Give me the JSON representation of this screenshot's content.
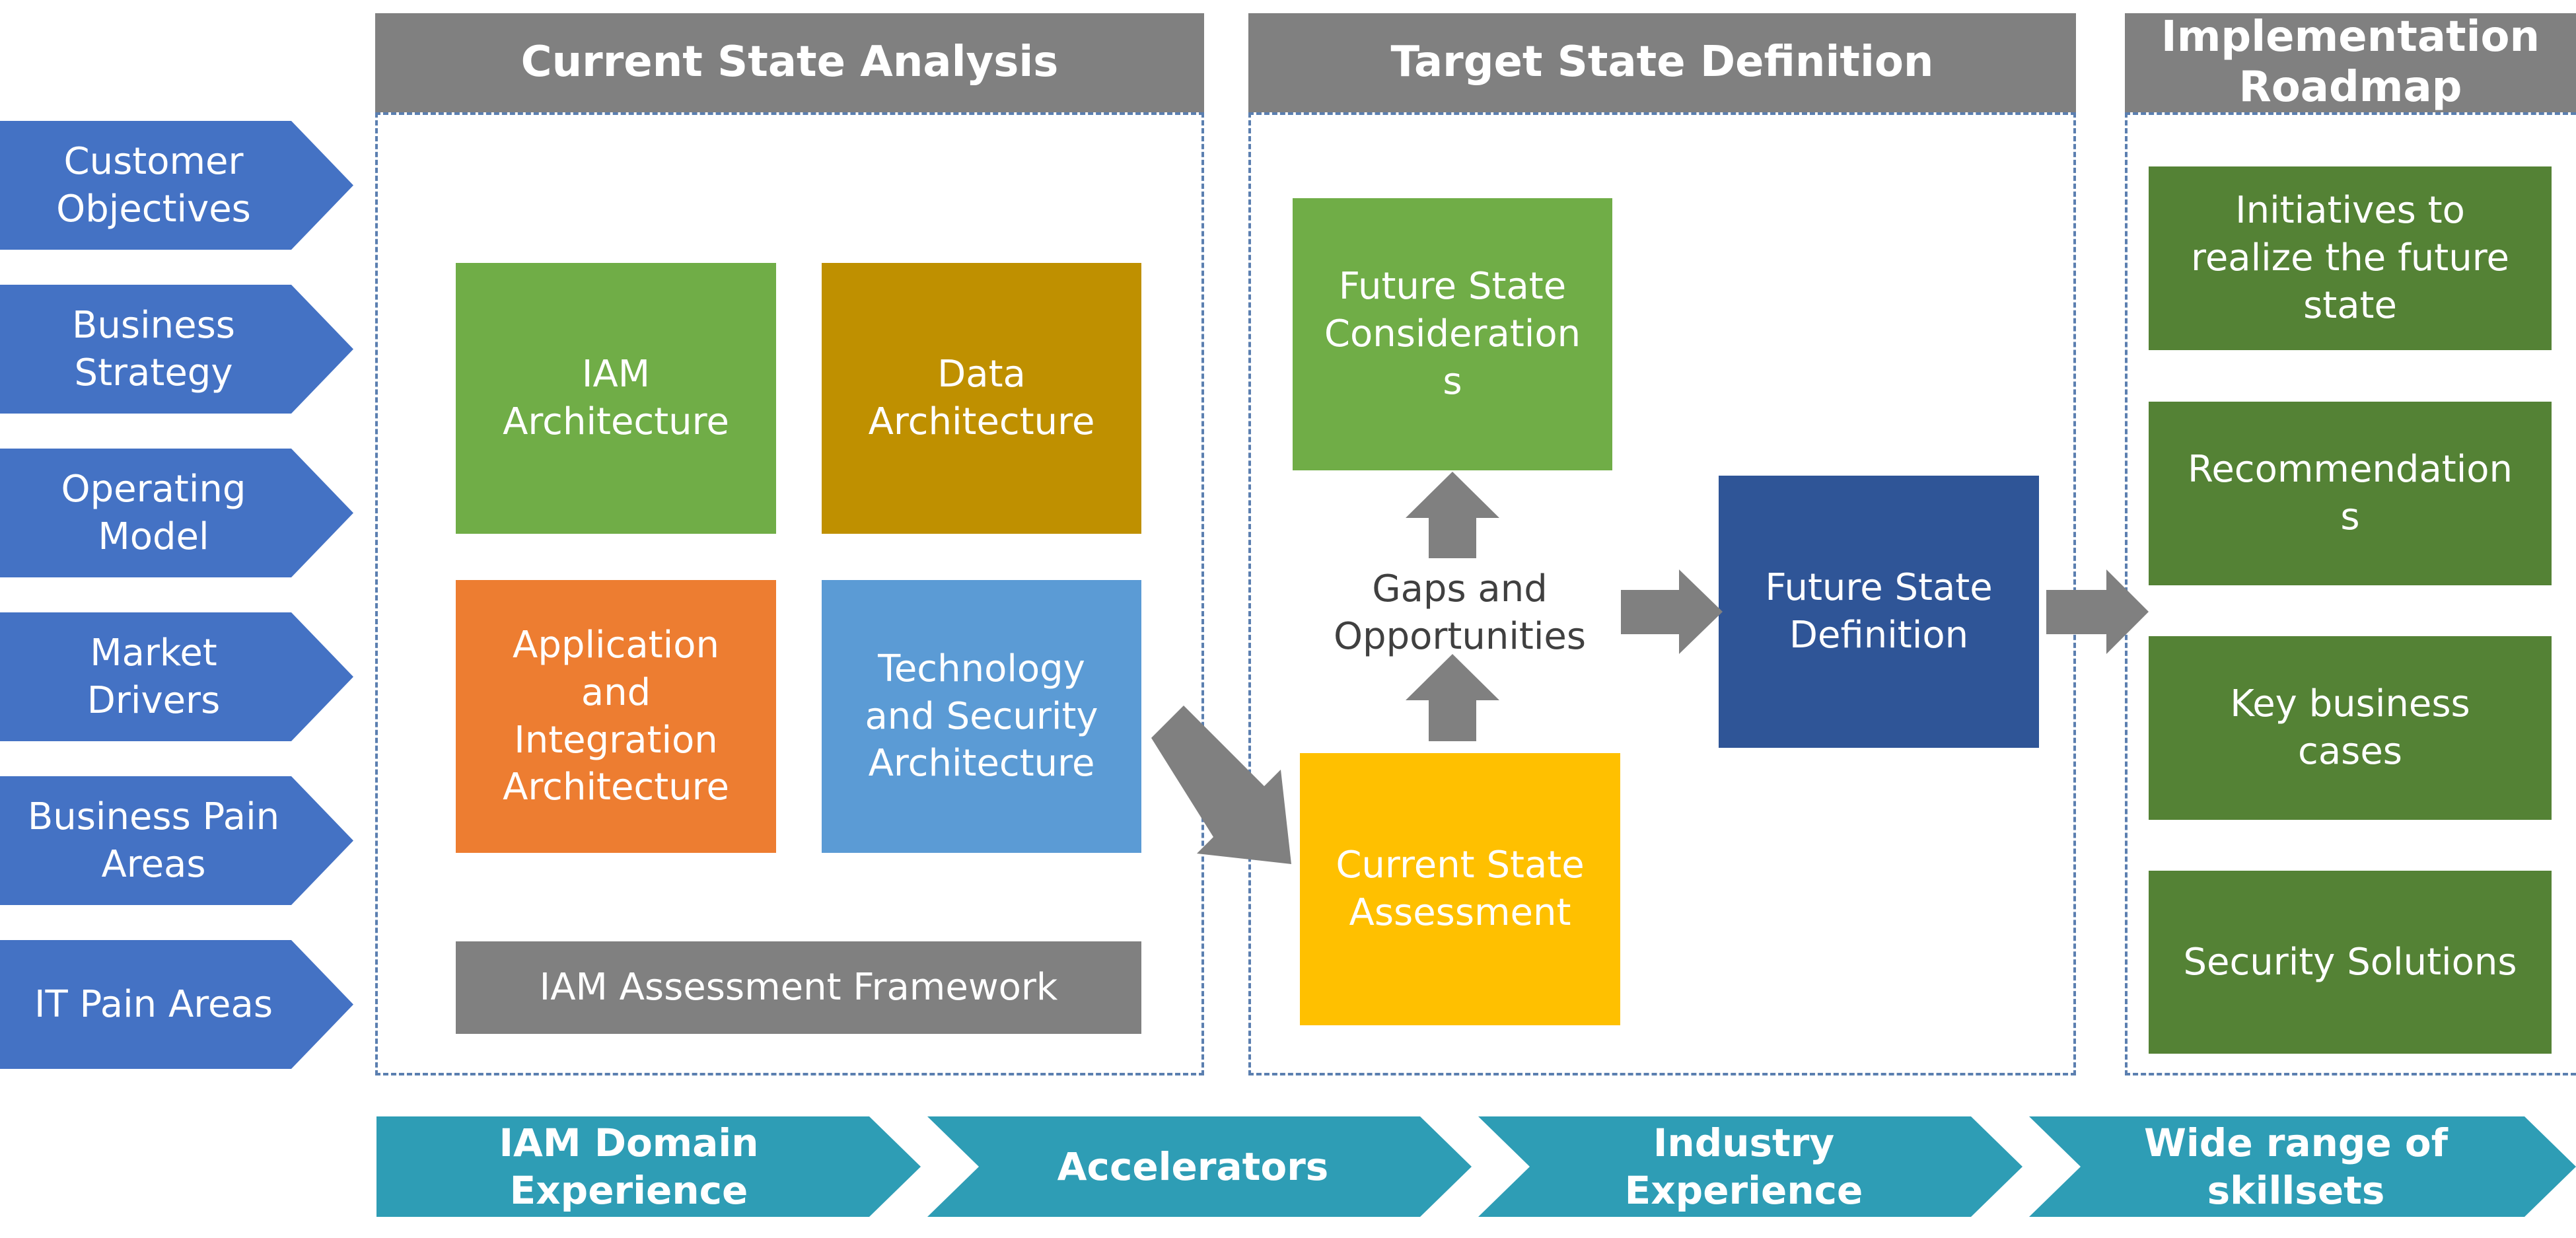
{
  "colors": {
    "chevron_blue": "#4472c4",
    "header_gray": "#808080",
    "panel_border": "#5b7fb0",
    "green_light": "#70ad47",
    "gold": "#bf9000",
    "orange": "#ed7d31",
    "blue_light": "#5b9bd5",
    "gray_box": "#808080",
    "yellow": "#ffc000",
    "navy": "#2f5597",
    "green_dark": "#548235",
    "teal": "#2e9db5",
    "arrow_gray": "#808080"
  },
  "inputs": [
    "Customer\nObjectives",
    "Business\nStrategy",
    "Operating\nModel",
    "Market\nDrivers",
    "Business Pain\nAreas",
    "IT Pain Areas"
  ],
  "headers": {
    "current": "Current State Analysis",
    "target": "Target State Definition",
    "roadmap": "Implementation\nRoadmap"
  },
  "current_state": {
    "iam_architecture": "IAM\nArchitecture",
    "data_architecture": "Data\nArchitecture",
    "application_integration": "Application\nand\nIntegration\nArchitecture",
    "technology_security": "Technology\nand Security\nArchitecture",
    "framework": "IAM Assessment Framework"
  },
  "target_state": {
    "future_considerations": "Future State\nConsideration\ns",
    "gaps": "Gaps and\nOpportunities",
    "current_assessment": "Current State\nAssessment",
    "future_definition": "Future State\nDefinition"
  },
  "roadmap": [
    "Initiatives to\nrealize the future\nstate",
    "Recommendation\ns",
    "Key business\ncases",
    "Security Solutions"
  ],
  "bottom": [
    "IAM Domain\nExperience",
    "Accelerators",
    "Industry\nExperience",
    "Wide range of\nskillsets"
  ]
}
